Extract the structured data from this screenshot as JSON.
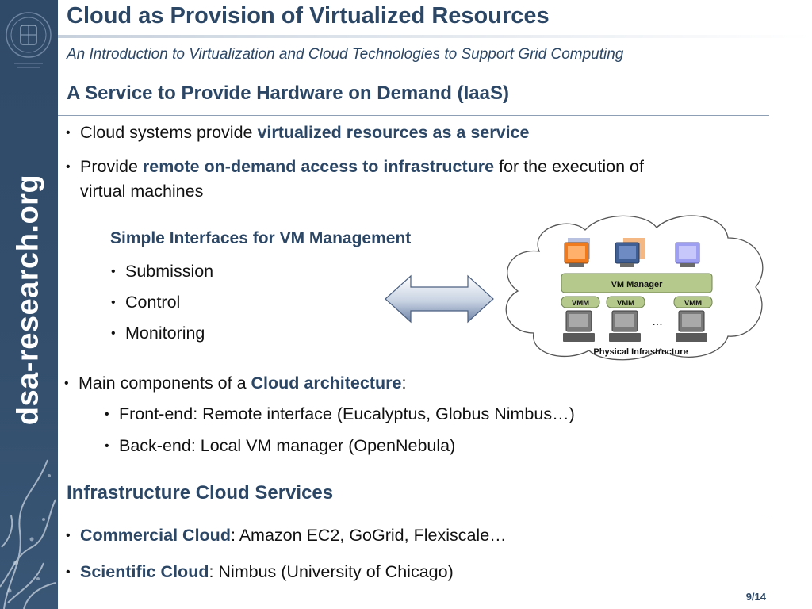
{
  "sidebar": {
    "brand": "dsa-research.org"
  },
  "header": {
    "title": "Cloud as Provision of Virtualized Resources",
    "subtitle": "An Introduction to Virtualization and Cloud Technologies to Support Grid Computing"
  },
  "section1": {
    "heading": "A Service to Provide Hardware on Demand (IaaS)",
    "bullet1": {
      "pre": "Cloud systems provide ",
      "em": "virtualized resources as a service"
    },
    "bullet2": {
      "pre": "Provide ",
      "em": "remote on-demand access to infrastructure",
      "post": " for the execution of",
      "line2": "virtual machines"
    },
    "interfaces": {
      "heading": "Simple Interfaces for VM Management",
      "items": [
        "Submission",
        "Control",
        "Monitoring"
      ]
    },
    "bullet3": {
      "pre": "Main components of a ",
      "em": "Cloud architecture",
      "post": ":",
      "subitems": [
        "Front-end: Remote interface (Eucalyptus, Globus Nimbus…)",
        "Back-end: Local VM manager (OpenNebula)"
      ]
    }
  },
  "diagram": {
    "vm_manager": "VM Manager",
    "vmm_labels": [
      "VMM",
      "VMM",
      "VMM"
    ],
    "ellipsis": "...",
    "physical": "Physical Infrastructure"
  },
  "section2": {
    "heading": "Infrastructure Cloud Services",
    "bullet1": {
      "em": "Commercial Cloud",
      "post": ": Amazon EC2, GoGrid, Flexiscale…"
    },
    "bullet2": {
      "em": "Scientific Cloud",
      "post": ": Nimbus (University of Chicago)"
    }
  },
  "footer": {
    "page": "9/14"
  },
  "colors": {
    "sidebar": "#2f4a68",
    "accent": "#2c4766",
    "vm_manager_bar": "#b5c98c",
    "vm_orange": "#f07a1e",
    "vm_blue": "#3f5f95",
    "vm_purple": "#9f9ff2"
  }
}
